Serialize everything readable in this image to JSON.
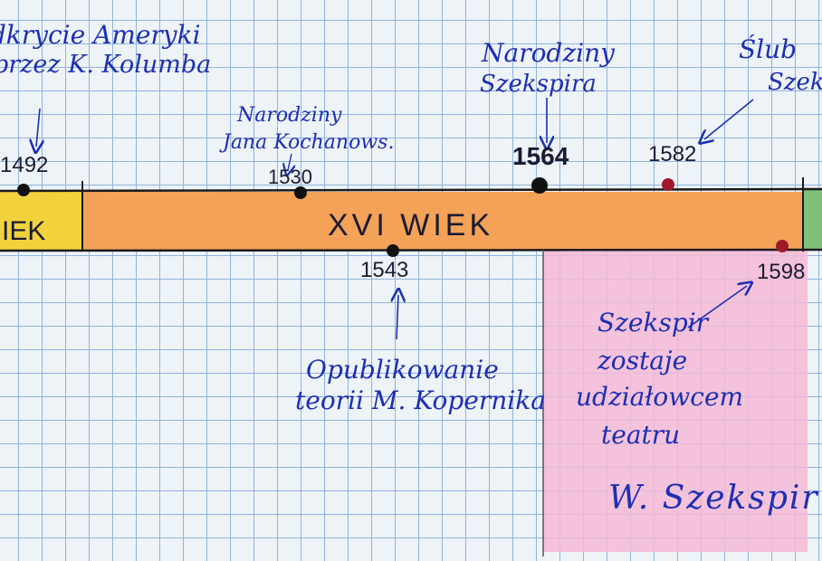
{
  "timeline": {
    "century_xv_fragment": "IEK",
    "century_xvi_label": "XVI WIEK",
    "years": {
      "y1492": "1492",
      "y1530": "1530",
      "y1543": "1543",
      "y1564": "1564",
      "y1582": "1582",
      "y1598": "1598"
    }
  },
  "events": {
    "columbus": [
      "odkrycie Ameryki",
      "przez K. Kolumba"
    ],
    "kochanowski": [
      "Narodziny",
      "Jana Kochanows."
    ],
    "shakespeare_birth": [
      "Narodziny",
      "Szekspira"
    ],
    "wedding": [
      "Ślub",
      "Szek"
    ],
    "copernicus": [
      "Opublikowanie",
      "teorii M. Kopernika"
    ],
    "theatre": [
      "Szekspir",
      "zostaje",
      "udziałowcem",
      "teatru"
    ]
  },
  "panel": {
    "title": "W. Szekspir"
  },
  "colors": {
    "ink": "#1c2fb3",
    "xv_block": "#f2d23c",
    "xvi_block": "#f3a257",
    "shakespeare_panel": "#f4b9d6",
    "dots_black": "#111111",
    "dots_red": "#a0182a"
  }
}
